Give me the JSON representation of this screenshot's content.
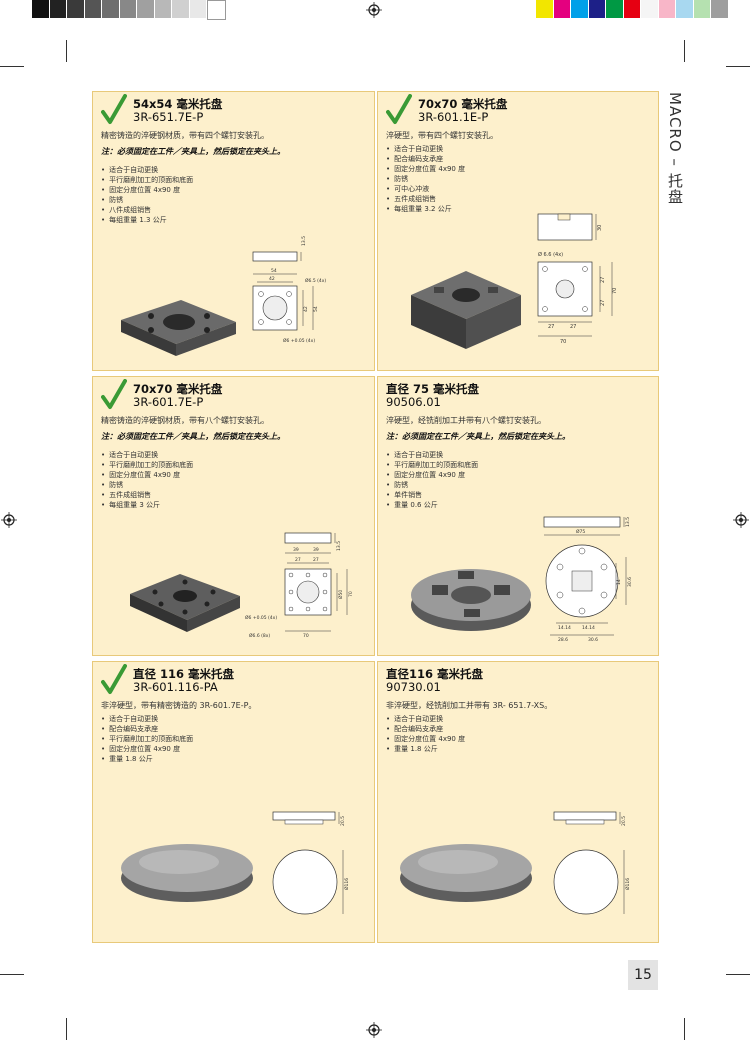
{
  "side_title": "MACRO – 托盘",
  "page_number": "15",
  "colors": {
    "card_bg": "#fdf0cc",
    "card_border": "#e8c97a",
    "check_green": "#3a9a35",
    "grays": [
      "#111111",
      "#222222",
      "#3a3a3a",
      "#555555",
      "#6e6e6e",
      "#888888",
      "#a0a0a0",
      "#b8b8b8",
      "#d0d0d0",
      "#e8e8e8",
      "#ffffff"
    ],
    "process": [
      "#f2e600",
      "#e4007f",
      "#00a0e9",
      "#1d2088",
      "#009944",
      "#e60012",
      "#f5f5f5",
      "#f8b6c8",
      "#a8d8f0",
      "#b5e1b0",
      "#9e9e9e"
    ]
  },
  "cards": [
    {
      "check": true,
      "title": "54x54 毫米托盘",
      "code": "3R-651.7E-P",
      "desc": "精密铸造的淬硬钢材质，带有四个螺钉安装孔。",
      "note": "注：必须固定在工件／夹具上，然后锁定在夹头上。",
      "features": [
        "适合于自动更换",
        "平行磨削加工的顶面和底面",
        "固定分度位置 4x90 度",
        "防锈",
        "八件成组销售",
        "每组重量 1.3 公斤"
      ],
      "dims": [
        "13.5",
        "54",
        "42",
        "Ø6.5 (4x)",
        "Ø6 +0.05 (4x)",
        "42",
        "54"
      ]
    },
    {
      "check": true,
      "title": "70x70 毫米托盘",
      "code": "3R-601.1E-P",
      "desc": "淬硬型，带有四个螺钉安装孔。",
      "note": "",
      "features": [
        "适合于自动更换",
        "配合编码支承座",
        "固定分度位置 4x90 度",
        "防锈",
        "可中心冲液",
        "五件成组销售",
        "每组重量 3.2 公斤"
      ],
      "dims": [
        "30",
        "Ø 6.6 (4x)",
        "27",
        "27",
        "70",
        "27",
        "27",
        "70"
      ]
    },
    {
      "check": true,
      "title": "70x70 毫米托盘",
      "code": "3R-601.7E-P",
      "desc": "精密铸造的淬硬钢材质，带有八个螺钉安装孔。",
      "note": "注：必须固定在工件／夹具上，然后锁定在夹头上。",
      "features": [
        "适合于自动更换",
        "平行磨削加工的顶面和底面",
        "固定分度位置 4x90 度",
        "防锈",
        "五件成组销售",
        "每组重量 3 公斤"
      ],
      "dims": [
        "13.5",
        "39",
        "39",
        "27",
        "27",
        "Ø6 +0.05 (4x)",
        "Ø6.6 (8x)",
        "70",
        "Ø50",
        "70"
      ]
    },
    {
      "check": false,
      "title": "直径 75 毫米托盘",
      "code": "90506.01",
      "desc": "淬硬型，经铣削加工并带有八个螺钉安装孔。",
      "note": "注：必须固定在工件／夹具上，然后锁定在夹头上。",
      "features": [
        "适合于自动更换",
        "平行磨削加工的顶面和底面",
        "固定分度位置 4x90 度",
        "防锈",
        "单件销售",
        "重量 0.6 公斤"
      ],
      "dims": [
        "13.5",
        "Ø75",
        "30.6",
        "14",
        "14.14",
        "14.14",
        "28.6",
        "30.6"
      ]
    },
    {
      "check": true,
      "title": "直径 116 毫米托盘",
      "code": "3R-601.116-PA",
      "desc": "非淬硬型，带有精密铸造的 3R-601.7E-P。",
      "note": "",
      "features": [
        "适合于自动更换",
        "配合编码支承座",
        "平行磨削加工的顶面和底面",
        "固定分度位置 4x90 度",
        "重量 1.8 公斤"
      ],
      "dims": [
        "20.5",
        "Ø116"
      ]
    },
    {
      "check": false,
      "title": "直径116 毫米托盘",
      "code": "90730.01",
      "desc": "非淬硬型，经铣削加工并带有 3R- 651.7-XS。",
      "note": "",
      "features": [
        "适合于自动更换",
        "配合编码支承座",
        "固定分度位置 4x90 度",
        "重量 1.8 公斤"
      ],
      "dims": [
        "20.5",
        "Ø116"
      ]
    }
  ]
}
